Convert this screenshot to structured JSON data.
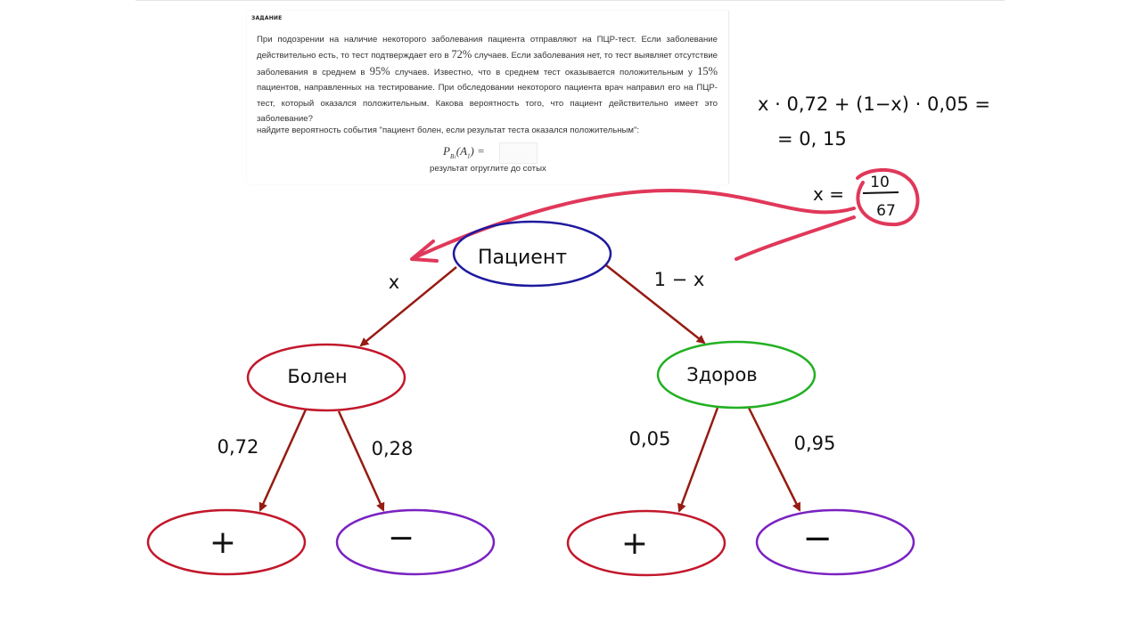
{
  "task": {
    "label": "ЗАДАНИЕ",
    "p1": "При подозрении на наличие некоторого заболевания пациента отправляют на ПЦР-тест. Если заболевание действительно есть, то тест подтверждает его в",
    "pct1": "72%",
    "p2": "случаев. Если заболевания нет, то тест выявляет отсутствие заболевания в среднем в",
    "pct2": "95%",
    "p3": "случаев. Известно, что в среднем тест оказывается положительным у",
    "pct3": "15%",
    "p4": "пациентов, направленных на тестирование. При обследовании некоторого пациента врач направил его на ПЦР-тест, который оказался положительным. Какова вероятность того, что пациент действительно имеет это заболевание?",
    "question": "найдите вероятность события \"пациент болен, если результат теста оказался положительным\":",
    "formula_main": "P",
    "formula_sub": "B",
    "formula_subsub": "1",
    "formula_arg": "(A",
    "formula_arg_sub": "1",
    "formula_tail": ") =",
    "answer_value": "",
    "round_note": "результат огруглите до сотых"
  },
  "notes": {
    "equation_line1": "x · 0,72 + (1−x) · 0,05 =",
    "equation_line2": "= 0, 15",
    "x_prefix": "x =",
    "x_numerator": "10",
    "x_denominator": "67"
  },
  "tree": {
    "root": "Пациент",
    "left_edge": "x",
    "right_edge": "1 − x",
    "sick": "Болен",
    "healthy": "Здоров",
    "sick_plus_prob": "0,72",
    "sick_minus_prob": "0,28",
    "healthy_plus_prob": "0,05",
    "healthy_minus_prob": "0,95",
    "plus": "+",
    "minus": "−"
  },
  "colors": {
    "root_outline": "#1f1a9e",
    "sick_outline": "#c2182b",
    "healthy_outline": "#22b022",
    "negative_outline": "#7a22c2",
    "branch": "#951c12",
    "annotation": "#e0385a"
  }
}
